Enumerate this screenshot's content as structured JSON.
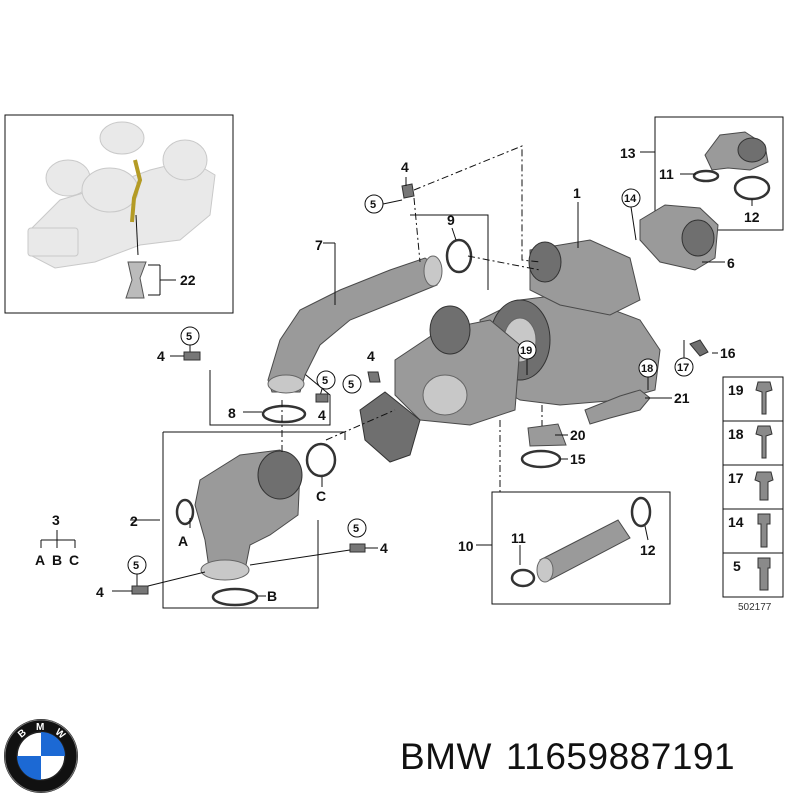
{
  "callouts": {
    "c1": "1",
    "c2": "2",
    "c3": "3",
    "c4": "4",
    "c5": "5",
    "c6": "6",
    "c7": "7",
    "c8": "8",
    "c9": "9",
    "c10": "10",
    "c11": "11",
    "c12": "12",
    "c13": "13",
    "c14": "14",
    "c15": "15",
    "c16": "16",
    "c17": "17",
    "c18": "18",
    "c19": "19",
    "c20": "20",
    "c21": "21",
    "c22": "22",
    "cA": "A",
    "cB": "B",
    "cC": "C"
  },
  "legend": {
    "set_label": "3",
    "set_items": [
      "A",
      "B",
      "C"
    ]
  },
  "side_panel": {
    "items": [
      "19",
      "18",
      "17",
      "14",
      "5"
    ]
  },
  "diagram_number": "502177",
  "footer": {
    "brand": "BMW",
    "part_number": "11659887191"
  },
  "logo": {
    "letters": "BMW",
    "colors": {
      "blue": "#1c69d4",
      "white": "#ffffff",
      "black": "#111111"
    }
  }
}
